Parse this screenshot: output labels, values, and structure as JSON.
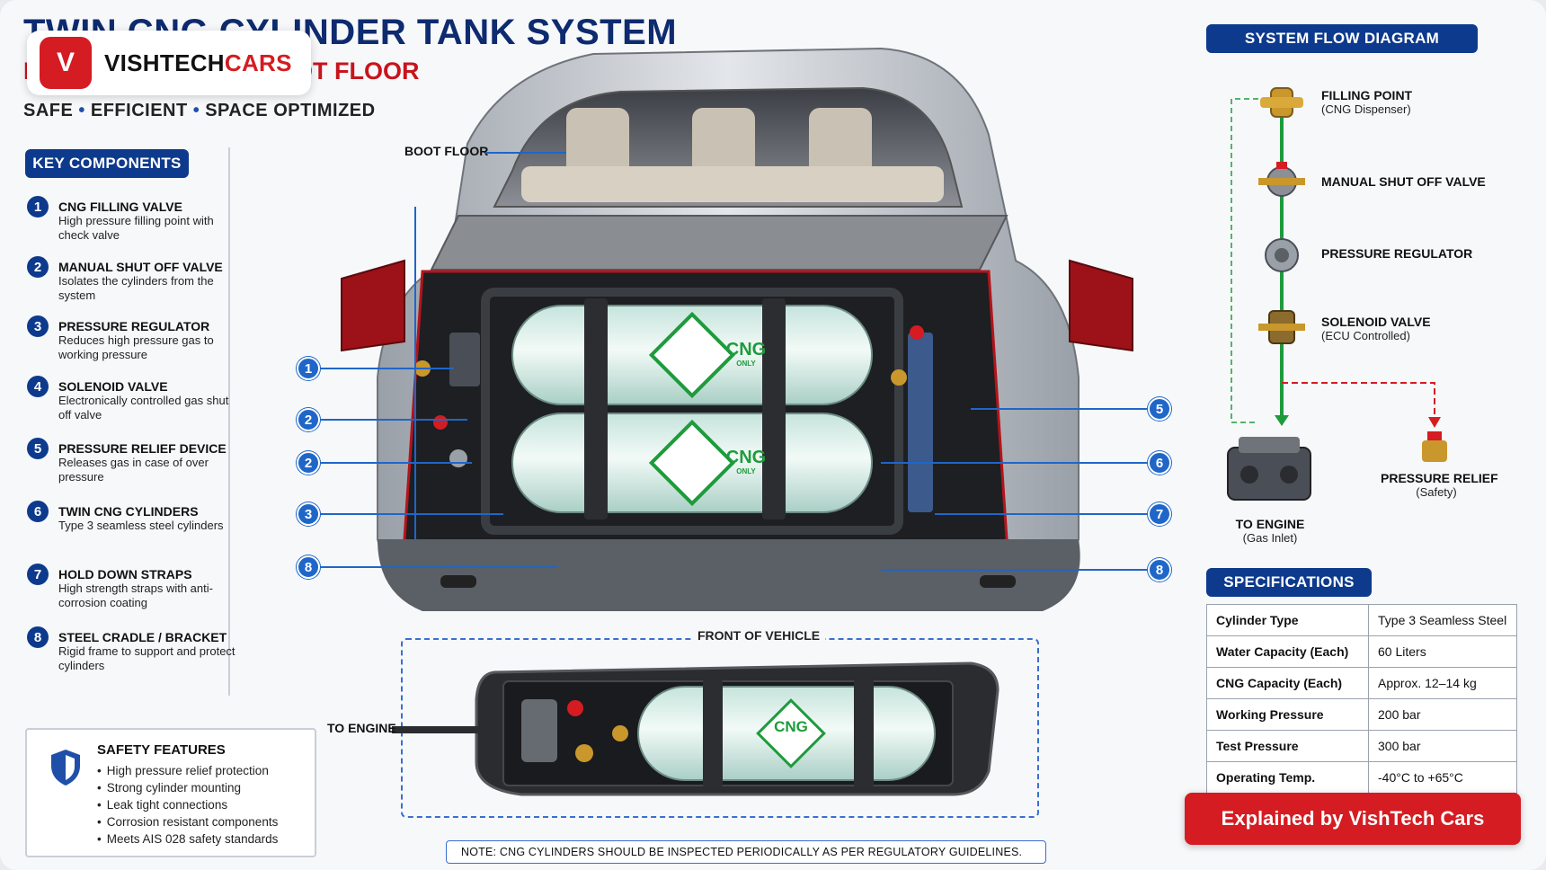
{
  "header": {
    "title": "TWIN CNG CYLINDER TANK SYSTEM",
    "subtitle": "INSTALLED UNDER BOOT FLOOR",
    "tagline": [
      "SAFE",
      "EFFICIENT",
      "SPACE OPTIMIZED"
    ]
  },
  "logo": {
    "badge": "V",
    "text_a": "VISHTECH",
    "text_b": "CARS"
  },
  "key_components": {
    "heading": "KEY COMPONENTS",
    "items": [
      {
        "num": "1",
        "name": "CNG FILLING VALVE",
        "desc": "High pressure filling point with check valve"
      },
      {
        "num": "2",
        "name": "MANUAL SHUT OFF VALVE",
        "desc": "Isolates the cylinders from the system"
      },
      {
        "num": "3",
        "name": "PRESSURE REGULATOR",
        "desc": "Reduces high pressure gas to working pressure"
      },
      {
        "num": "4",
        "name": "SOLENOID VALVE",
        "desc": "Electronically controlled gas shut off valve"
      },
      {
        "num": "5",
        "name": "PRESSURE RELIEF DEVICE",
        "desc": "Releases gas in case of over pressure"
      },
      {
        "num": "6",
        "name": "TWIN CNG CYLINDERS",
        "desc": "Type 3 seamless steel cylinders"
      },
      {
        "num": "7",
        "name": "HOLD DOWN STRAPS",
        "desc": "High strength straps with anti-corrosion coating"
      },
      {
        "num": "8",
        "name": "STEEL CRADLE / BRACKET",
        "desc": "Rigid frame to support and protect cylinders"
      }
    ]
  },
  "safety": {
    "title": "SAFETY FEATURES",
    "items": [
      "High pressure relief protection",
      "Strong cylinder mounting",
      "Leak tight connections",
      "Corrosion resistant components",
      "Meets AIS 028 safety standards"
    ]
  },
  "diagram": {
    "boot_floor_label": "BOOT FLOOR",
    "cylinder_label": "CNG",
    "cylinder_sublabel": "ONLY",
    "left_callouts": [
      "1",
      "2",
      "2",
      "3",
      "8"
    ],
    "right_callouts": [
      "5",
      "6",
      "7",
      "8"
    ],
    "top_view_label": "FRONT OF VEHICLE",
    "to_engine_label": "TO ENGINE"
  },
  "flow": {
    "heading": "SYSTEM FLOW DIAGRAM",
    "steps": [
      {
        "title": "FILLING POINT",
        "sub": "(CNG Dispenser)"
      },
      {
        "title": "MANUAL SHUT OFF VALVE",
        "sub": ""
      },
      {
        "title": "PRESSURE REGULATOR",
        "sub": ""
      },
      {
        "title": "SOLENOID VALVE",
        "sub": "(ECU Controlled)"
      }
    ],
    "engine": {
      "title": "TO ENGINE",
      "sub": "(Gas Inlet)"
    },
    "relief": {
      "title": "PRESSURE RELIEF",
      "sub": "(Safety)"
    }
  },
  "specs": {
    "heading": "SPECIFICATIONS",
    "rows": [
      [
        "Cylinder Type",
        "Type 3 Seamless Steel"
      ],
      [
        "Water Capacity (Each)",
        "60 Liters"
      ],
      [
        "CNG Capacity (Each)",
        "Approx. 12–14 kg"
      ],
      [
        "Working Pressure",
        "200 bar"
      ],
      [
        "Test Pressure",
        "300 bar"
      ],
      [
        "Operating Temp.",
        "-40°C to +65°C"
      ]
    ]
  },
  "cta": "Explained by VishTech Cars",
  "note": "NOTE: CNG CYLINDERS SHOULD BE INSPECTED PERIODICALLY AS PER REGULATORY GUIDELINES.",
  "colors": {
    "navy": "#0d3a8c",
    "red": "#d41c22",
    "green": "#1e9b3c",
    "blue": "#1f66c9"
  }
}
